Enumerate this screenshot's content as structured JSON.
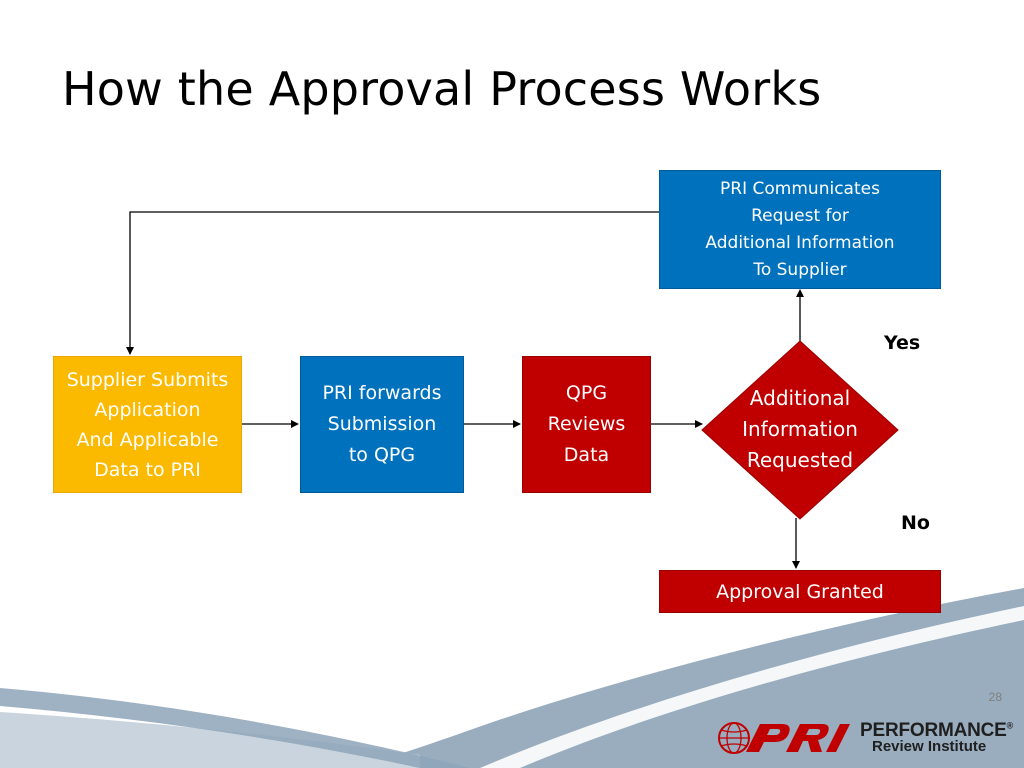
{
  "slide": {
    "title": "How the Approval Process Works",
    "page_number": "28"
  },
  "flowchart": {
    "supplier_submits": "Supplier Submits\nApplication\nAnd Applicable\nData to PRI",
    "pri_forwards": "PRI forwards\nSubmission\nto QPG",
    "qpg_reviews": "QPG\nReviews\nData",
    "decision": "Additional\nInformation\nRequested",
    "pri_communicates": "PRI Communicates\nRequest for\nAdditional Information\nTo Supplier",
    "approval_granted": "Approval Granted",
    "yes_label": "Yes",
    "no_label": "No"
  },
  "logo": {
    "mark": "PRI",
    "line1": "PERFORMANCE",
    "registered": "®",
    "line2": "Review Institute"
  },
  "colors": {
    "yellow": "#fbb900",
    "blue": "#0071bc",
    "red": "#c00000",
    "swoosh": "#8ea4b8"
  }
}
